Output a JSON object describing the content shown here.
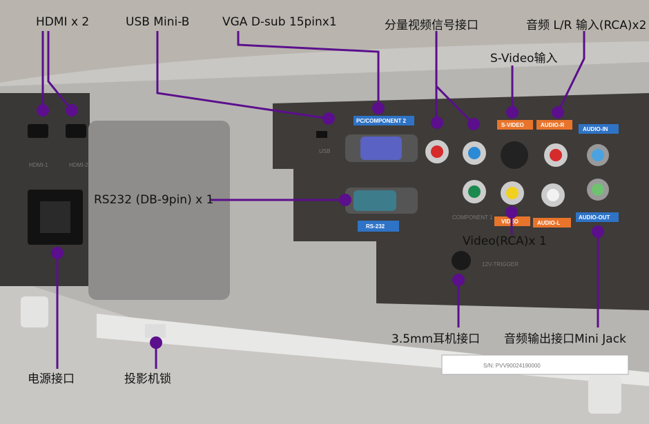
{
  "callouts": {
    "hdmi": "HDMI x 2",
    "usb": "USB  Mini-B",
    "vga": "VGA D-sub 15pinx1",
    "component": "分量视频信号接口",
    "audio_lr": "音频 L/R 输入(RCA)x2",
    "svideo": "S-Video输入",
    "rs232": "RS232 (DB-9pin) x 1",
    "video": "Video(RCA)x 1",
    "headphone": "3.5mm耳机接口",
    "audio_out": "音频输出接口Mini Jack",
    "power": "电源接口",
    "lock": "投影机锁"
  },
  "panel_labels": {
    "hdmi1": "HDMI-1",
    "hdmi2": "HDMI-2",
    "usb": "USB",
    "pc_component2": "PC/COMPONENT 2",
    "rs232": "RS-232",
    "component1": "COMPONENT 1",
    "svideo": "S-VIDEO",
    "audio_r": "AUDIO-R",
    "video": "VIDEO",
    "audio_l": "AUDIO-L",
    "audio_in": "AUDIO-IN",
    "audio_out": "AUDIO-OUT",
    "trigger": "12V-TRIGGER",
    "serial": "S/N: PVV90024190000"
  },
  "colors": {
    "callout_line": "#5b0f8c",
    "label_blue": "#2f73c6",
    "label_orange": "#e8742c"
  }
}
